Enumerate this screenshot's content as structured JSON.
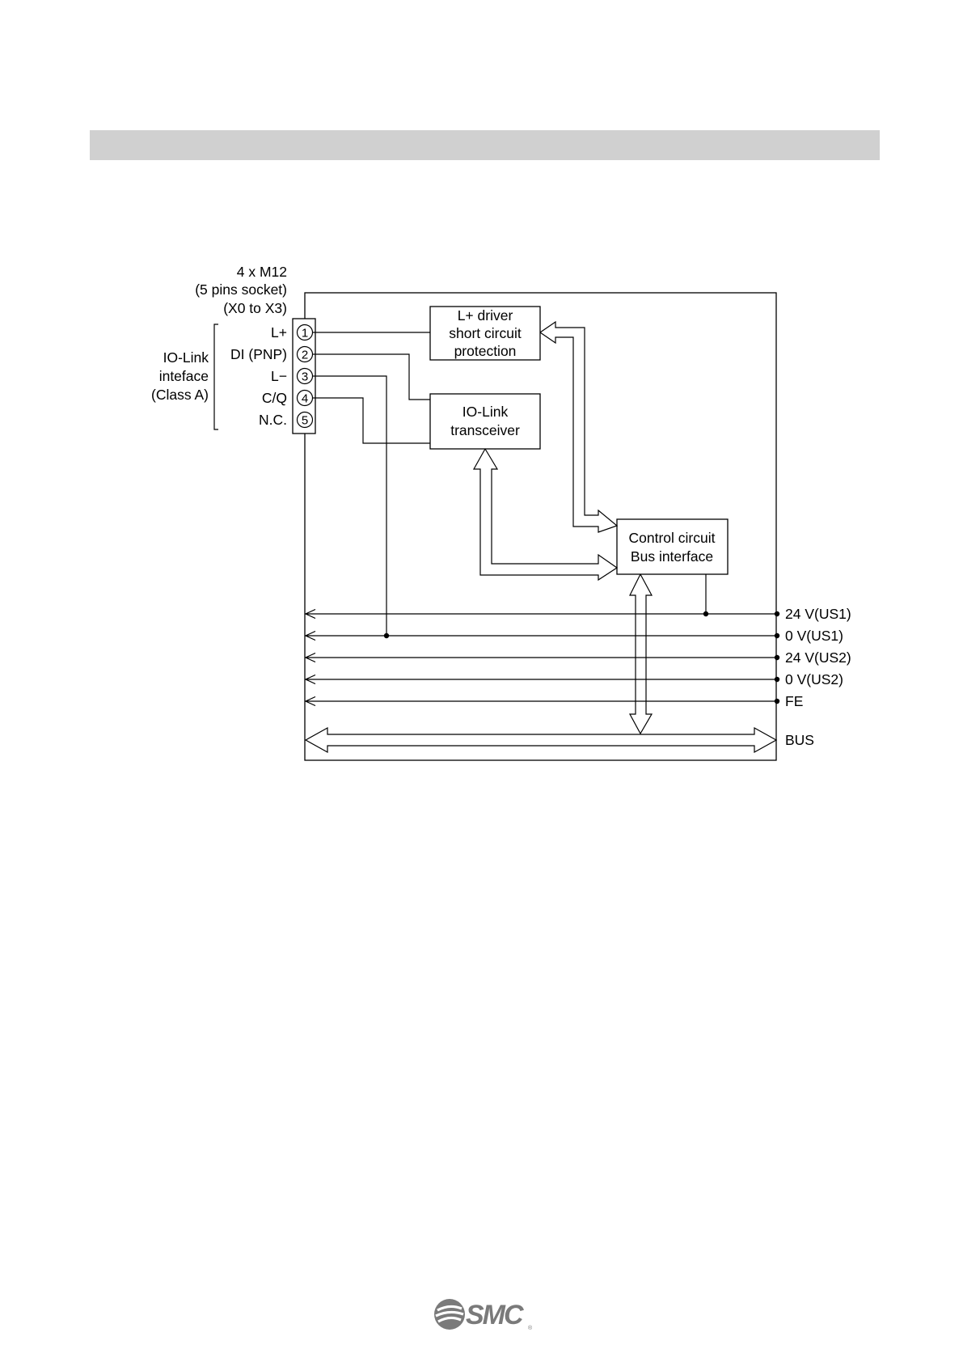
{
  "connector": {
    "header_lines": [
      "4 x M12",
      "(5 pins socket)",
      "(X0 to X3)"
    ],
    "pins": [
      {
        "number": "1",
        "label": "L+"
      },
      {
        "number": "2",
        "label": "DI (PNP)"
      },
      {
        "number": "3",
        "label": "L−"
      },
      {
        "number": "4",
        "label": "C/Q"
      },
      {
        "number": "5",
        "label": "N.C."
      }
    ],
    "group_label_lines": [
      "IO-Link",
      "inteface",
      "(Class A)"
    ]
  },
  "blocks": {
    "driver_lines": [
      "L+ driver",
      "short circuit",
      "protection"
    ],
    "transceiver_lines": [
      "IO-Link",
      "transceiver"
    ],
    "control_lines": [
      "Control circuit",
      "Bus interface"
    ]
  },
  "rails": [
    {
      "label": "24 V(US1)"
    },
    {
      "label": "0 V(US1)"
    },
    {
      "label": "24 V(US2)"
    },
    {
      "label": "0 V(US2)"
    },
    {
      "label": "FE"
    }
  ],
  "bus_label": "BUS",
  "logo": {
    "text": "SMC",
    "color": "#7a7a7a"
  }
}
